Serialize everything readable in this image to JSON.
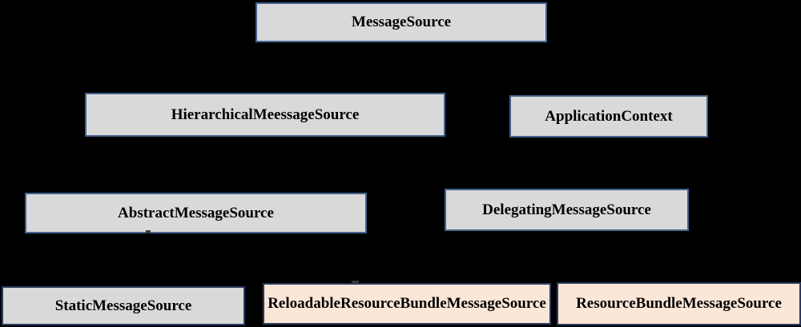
{
  "diagram": {
    "background_color": "#000000",
    "node_fill_gray": "#d9d9d9",
    "node_fill_peach": "#fbe6d7",
    "node_border_blue": "#44618c",
    "node_border_navy": "#2e3a5f",
    "text_color": "#000000",
    "nodes": [
      {
        "label": "MessageSource"
      },
      {
        "label": "HierarchicalMeessageSource"
      },
      {
        "label": "ApplicationContext"
      },
      {
        "label": "AbstractMessageSource"
      },
      {
        "label": "DelegatingMessageSource"
      },
      {
        "label": "StaticMessageSource"
      },
      {
        "label": "ReloadableResourceBundleMessageSource"
      },
      {
        "label": "ResourceBundleMessageSource"
      }
    ]
  }
}
